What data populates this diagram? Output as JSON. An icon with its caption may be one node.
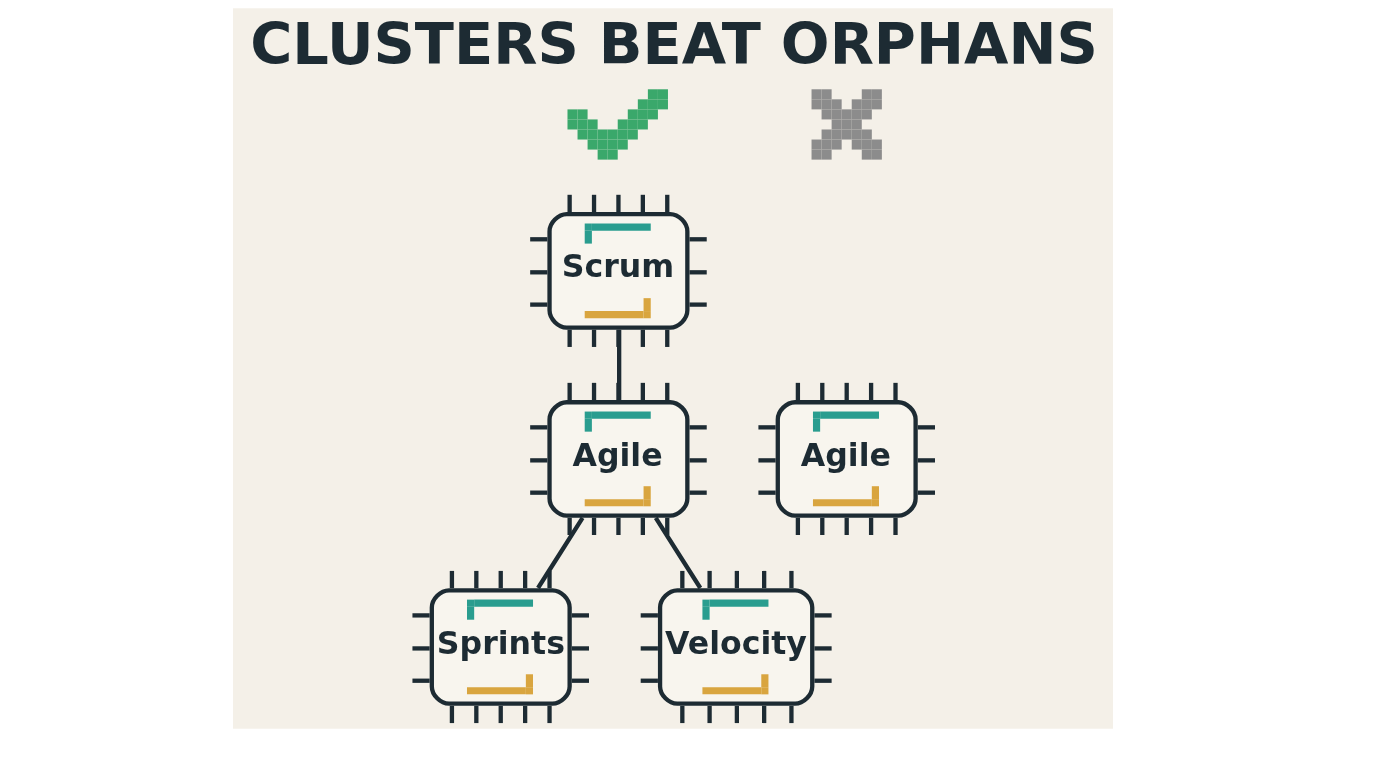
{
  "diagram": {
    "title": "CLUSTERS BEAT ORPHANS",
    "nodes": [
      {
        "text": [],
        "shape": "check"
      },
      {
        "text": [
          "Scrum"
        ]
      },
      {
        "text": [
          "Agile"
        ]
      },
      {
        "text": [
          "Sprints"
        ]
      },
      {
        "text": [
          "Velocity"
        ]
      },
      {
        "text": [],
        "shape": "cross"
      },
      {
        "text": [
          "Agile"
        ]
      }
    ],
    "edges": [
      {
        "from": 1,
        "to": 2,
        "arrow": "none"
      },
      {
        "from": 2,
        "to": 3,
        "arrow": "none"
      },
      {
        "from": 2,
        "to": 4,
        "arrow": "none"
      }
    ]
  }
}
